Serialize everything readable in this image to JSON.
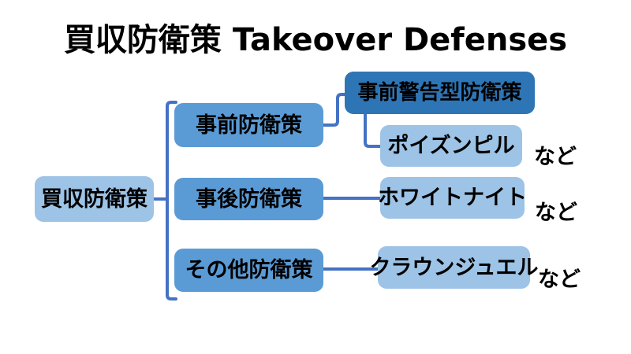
{
  "title": "買収防衛策 Takeover Defenses",
  "colors": {
    "dark_blue": "#2E75B6",
    "medium_blue": "#5B9BD5",
    "light_blue": "#9DC3E6",
    "line_blue": "#4472C4",
    "text": "#000000",
    "background": "#FFFFFF"
  },
  "diagram": {
    "root": {
      "label": "買収防衛策"
    },
    "branches": [
      {
        "label": "事前防衛策",
        "children": [
          {
            "label": "事前警告型防衛策",
            "style": "dark",
            "suffix": ""
          },
          {
            "label": "ポイズンピル",
            "style": "light",
            "suffix": "など"
          }
        ]
      },
      {
        "label": "事後防衛策",
        "children": [
          {
            "label": "ホワイトナイト",
            "style": "light",
            "suffix": "など"
          }
        ]
      },
      {
        "label": "その他防衛策",
        "children": [
          {
            "label": "クラウンジュエル",
            "style": "light",
            "suffix": "など"
          }
        ]
      }
    ]
  }
}
